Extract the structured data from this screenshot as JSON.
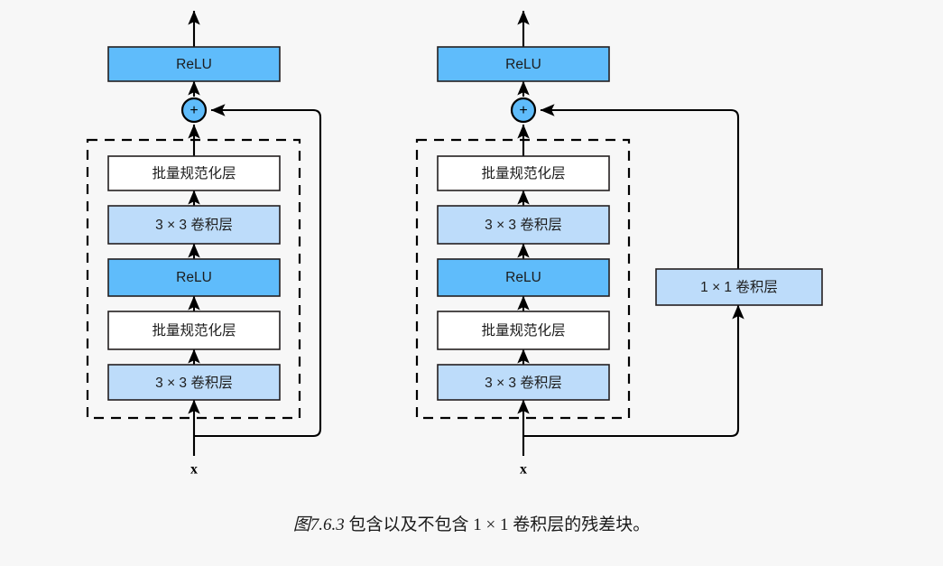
{
  "figure": {
    "background_color": "#f7f7f7",
    "caption_number": "图7.6.3",
    "caption_text": " 包含以及不包含 1 × 1 卷积层的残差块。"
  },
  "colors": {
    "relu_fill": "#5fbcfb",
    "conv_fill": "#bddcfa",
    "bn_fill": "#ffffff",
    "stroke": "#231f20",
    "wire": "#000000"
  },
  "labels": {
    "relu": "ReLU",
    "batchnorm": "批量规范化层",
    "conv3x3": "3 × 3 卷积层",
    "conv1x1": "1 × 1 卷积层",
    "plus": "+",
    "input": "x"
  },
  "blocks": [
    {
      "id": "left",
      "name": "residual-block-without-1x1-conv",
      "has_1x1_conv": false,
      "output_relu": "ReLU",
      "input_label": "x",
      "adder": "+",
      "layers": [
        {
          "label": "批量规范化层",
          "kind": "batchnorm"
        },
        {
          "label": "3 × 3 卷积层",
          "kind": "conv"
        },
        {
          "label": "ReLU",
          "kind": "relu"
        },
        {
          "label": "批量规范化层",
          "kind": "batchnorm"
        },
        {
          "label": "3 × 3 卷积层",
          "kind": "conv"
        }
      ],
      "skip_path": "identity"
    },
    {
      "id": "right",
      "name": "residual-block-with-1x1-conv",
      "has_1x1_conv": true,
      "output_relu": "ReLU",
      "input_label": "x",
      "adder": "+",
      "layers": [
        {
          "label": "批量规范化层",
          "kind": "batchnorm"
        },
        {
          "label": "3 × 3 卷积层",
          "kind": "conv"
        },
        {
          "label": "ReLU",
          "kind": "relu"
        },
        {
          "label": "批量规范化层",
          "kind": "batchnorm"
        },
        {
          "label": "3 × 3 卷积层",
          "kind": "conv"
        }
      ],
      "skip_path": "1 × 1 卷积层",
      "skip_layer_label": "1 × 1 卷积层"
    }
  ]
}
